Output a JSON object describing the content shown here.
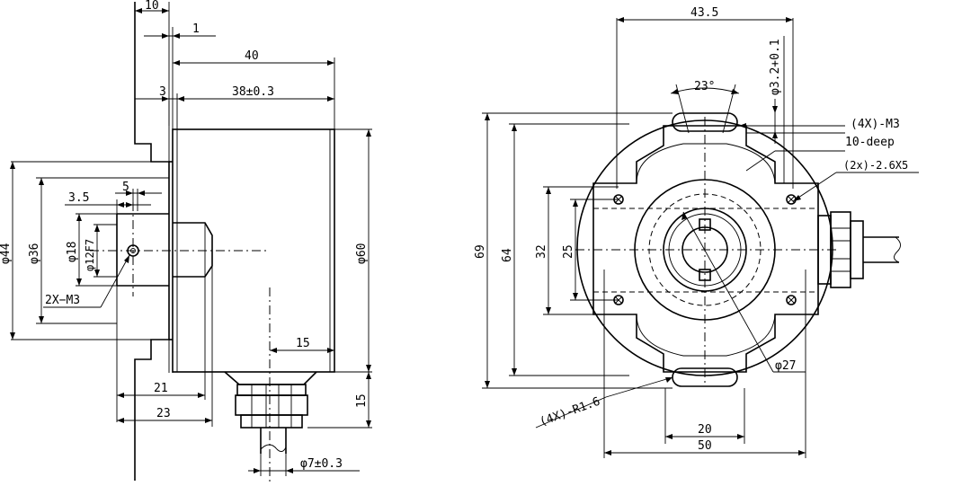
{
  "side_view": {
    "dims": {
      "d10": "10",
      "d1": "1",
      "d40": "40",
      "d3": "3",
      "d38": "38±0.3",
      "d3_5": "3.5",
      "d5": "5",
      "phi44": "φ44",
      "phi36": "φ36",
      "phi18": "φ18",
      "phi12": "φ12F7",
      "phi60": "φ60",
      "m3": "2X−M3",
      "d15a": "15",
      "d21": "21",
      "d23": "23",
      "d15b": "15",
      "phi7": "φ7±0.3"
    }
  },
  "front_view": {
    "dims": {
      "d43_5": "43.5",
      "d3_2": "φ3.2+0.1",
      "d23deg": "23°",
      "m3note1": "(4X)-M3",
      "m3note2": "10-deep",
      "slot": "(2x)-2.6X5",
      "d69": "69",
      "d64": "64",
      "d32": "32",
      "d25": "25",
      "phi27": "φ27",
      "r16": "(4X)-R1.6",
      "d20": "20",
      "d50": "50"
    }
  }
}
